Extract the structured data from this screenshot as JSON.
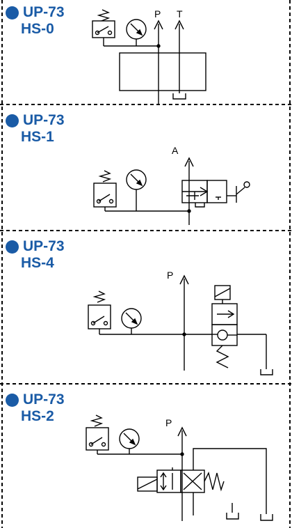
{
  "panels": [
    {
      "model": "UP-73",
      "variant": "HS-0",
      "port_labels": [
        "P",
        "T"
      ]
    },
    {
      "model": "UP-73",
      "variant": "HS-1",
      "port_labels": [
        "A"
      ]
    },
    {
      "model": "UP-73",
      "variant": "HS-4",
      "port_labels": [
        "P"
      ]
    },
    {
      "model": "UP-73",
      "variant": "HS-2",
      "port_labels": [
        "P"
      ]
    }
  ],
  "colors": {
    "title": "#1a5ba6",
    "line": "#000000",
    "border": "#000000"
  }
}
